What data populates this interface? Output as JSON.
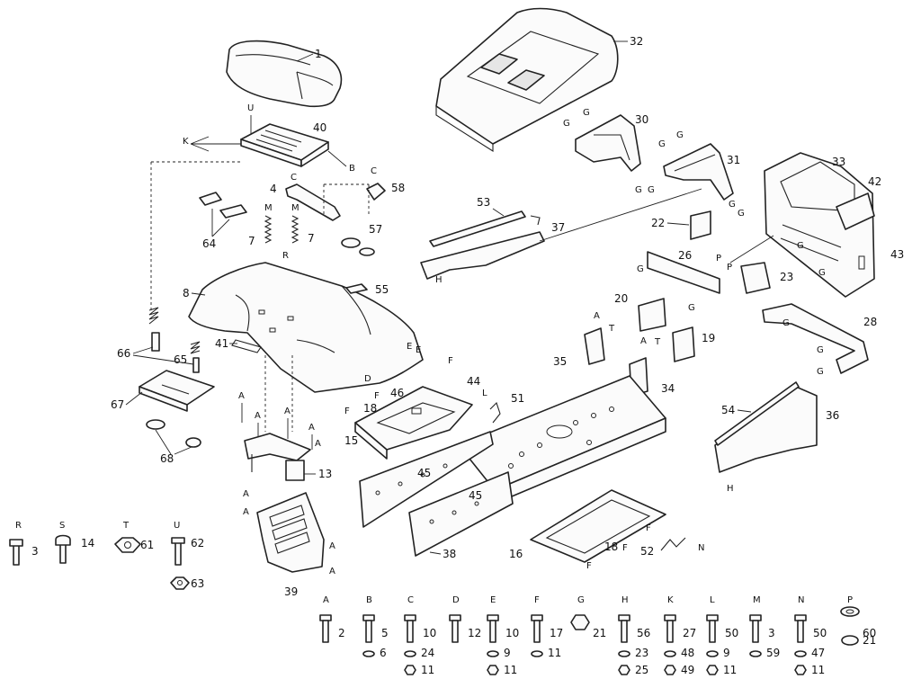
{
  "part_labels": {
    "p1": "1",
    "p40": "40",
    "p58": "58",
    "p4": "4",
    "p7a": "7",
    "p7b": "7",
    "p64": "64",
    "p57": "57",
    "p8": "8",
    "p55": "55",
    "p41": "41",
    "p65": "65",
    "p66": "66",
    "p67": "67",
    "p68": "68",
    "p13": "13",
    "p39": "39",
    "p32": "32",
    "p30": "30",
    "p31": "31",
    "p33": "33",
    "p42": "42",
    "p43": "43",
    "p53": "53",
    "p37": "37",
    "p22": "22",
    "p26": "26",
    "p23": "23",
    "p20": "20",
    "p19": "19",
    "p28": "28",
    "p35": "35",
    "p34": "34",
    "p44": "44",
    "p46": "46",
    "p18a": "18",
    "p15": "15",
    "p51": "51",
    "p45a": "45",
    "p45b": "45",
    "p38": "38",
    "p54": "54",
    "p36": "36",
    "p16": "16",
    "p18b": "18",
    "p52": "52"
  },
  "key_letters": {
    "k1": "U",
    "k2": "K",
    "k3": "B",
    "k4": "C",
    "k5": "C",
    "k6": "M",
    "k7": "M",
    "k8": "R",
    "k9": "E",
    "k10": "E",
    "k11": "D",
    "k12": "A",
    "k13": "A",
    "k14": "A",
    "k15": "A",
    "k16": "A",
    "k17": "A",
    "k18": "A",
    "k19": "A",
    "k20": "G",
    "k21": "G",
    "k22": "G",
    "k23": "G",
    "k24": "G",
    "k25": "G",
    "k26": "G",
    "k27": "G",
    "k28": "G",
    "k29": "P",
    "k30": "P",
    "k31": "G",
    "k32": "H",
    "k33": "G",
    "k34": "G",
    "k35": "T",
    "k36": "T",
    "k37": "A",
    "k38": "A",
    "k39": "G",
    "k40": "G",
    "k41": "G",
    "k42": "H",
    "k43": "F",
    "k44": "F",
    "k45": "F",
    "k46": "L",
    "k47": "F",
    "k48": "F",
    "k49": "N",
    "k50": "F",
    "k51": "A"
  },
  "hardware_top": {
    "R": {
      "letter": "R",
      "part": "3"
    },
    "S": {
      "letter": "S",
      "part": "14"
    },
    "T": {
      "letter": "T",
      "part": "61"
    },
    "U": {
      "letter": "U",
      "part": "62",
      "extra": "63"
    }
  },
  "hardware_row": [
    {
      "letter": "A",
      "part": "2"
    },
    {
      "letter": "B",
      "part": "5",
      "sub": "6"
    },
    {
      "letter": "C",
      "part": "10",
      "sub": "24",
      "sub2": "11"
    },
    {
      "letter": "D",
      "part": "12"
    },
    {
      "letter": "E",
      "part": "10",
      "sub": "9",
      "sub2": "11"
    },
    {
      "letter": "F",
      "part": "17",
      "sub": "11"
    },
    {
      "letter": "G",
      "part": "21"
    },
    {
      "letter": "H",
      "part": "56",
      "sub": "23",
      "sub2": "25"
    },
    {
      "letter": "K",
      "part": "27",
      "sub": "48",
      "sub2": "49"
    },
    {
      "letter": "L",
      "part": "50",
      "sub": "9",
      "sub2": "11"
    },
    {
      "letter": "M",
      "part": "3",
      "sub": "59"
    },
    {
      "letter": "N",
      "part": "50",
      "sub": "47",
      "sub2": "11"
    },
    {
      "letter": "P",
      "part": "60",
      "sub": "21"
    }
  ]
}
